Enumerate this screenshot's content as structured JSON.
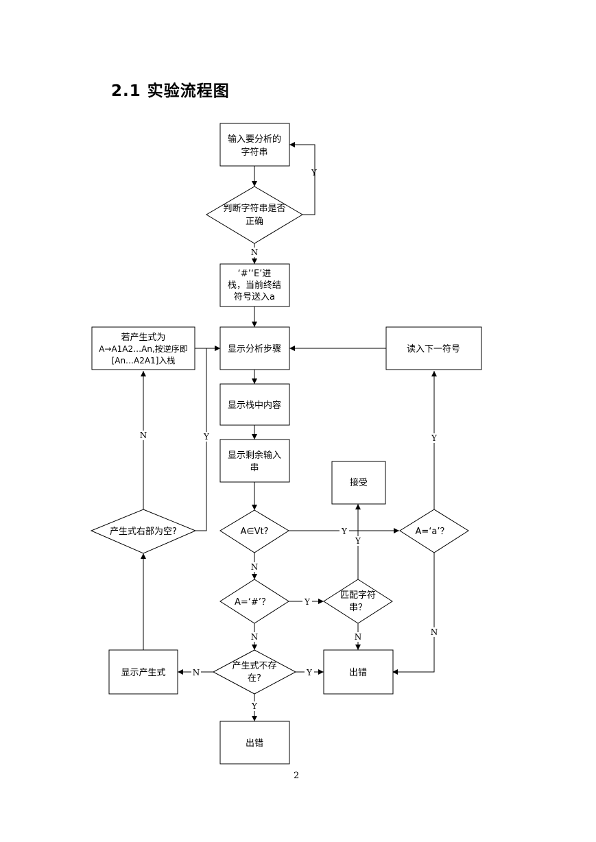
{
  "page": {
    "title": "2.1 实验流程图",
    "page_number": "2"
  },
  "nodes": {
    "input_string": [
      "输入要分析的",
      "字符串"
    ],
    "check_string": [
      "判断字符串是否",
      "正确"
    ],
    "push_stack": [
      "‘#’‘E’进",
      "栈，当前终结",
      "符号送入a"
    ],
    "show_steps": [
      "显示分析步骤"
    ],
    "show_stack": [
      "显示栈中内容"
    ],
    "show_remaining": [
      "显示剩余输入",
      "串"
    ],
    "a_in_vt": [
      "A∈Vt?"
    ],
    "a_eq_hash": [
      "A=‘#’？"
    ],
    "production_missing": [
      "产生式不存",
      "在?"
    ],
    "error_bottom": [
      "出错"
    ],
    "show_production": [
      "显示产生式"
    ],
    "production_empty": [
      "产生式右部为空?"
    ],
    "push_reverse": [
      "若产生式为",
      "A→A1A2…An,按逆序即",
      "[An…A2A1]入栈"
    ],
    "match_string": [
      "匹配字符",
      "串？"
    ],
    "accept": [
      "接受"
    ],
    "error_right": [
      "出错"
    ],
    "a_eq_a": [
      "A=‘a’？"
    ],
    "read_next": [
      "读入下一符号"
    ]
  },
  "edge_labels": {
    "yes": "Y",
    "no": "N"
  }
}
